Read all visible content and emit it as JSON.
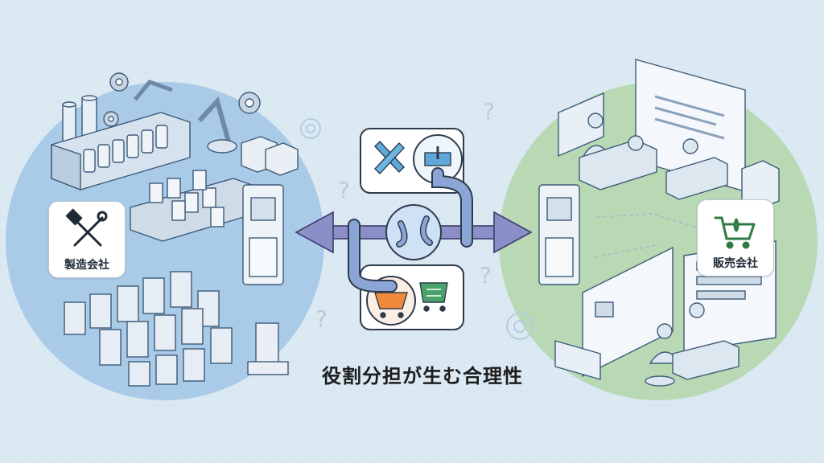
{
  "manufacturer": {
    "label": "製造会社",
    "icon": "tools-icon"
  },
  "sales": {
    "label": "販売会社",
    "icon": "shopping-cart-icon"
  },
  "caption": "役割分担が生む合理性",
  "colors": {
    "background": "#dbe9f3",
    "manufacturing_circle": "#a9cbe8",
    "sales_circle": "#b8d9b4",
    "arrow": "#8b8fc7",
    "pipe": "#8ba6d6",
    "tile_blue": "#5fa8d9",
    "tile_green": "#4aa36a",
    "tile_orange": "#f08a3a"
  }
}
